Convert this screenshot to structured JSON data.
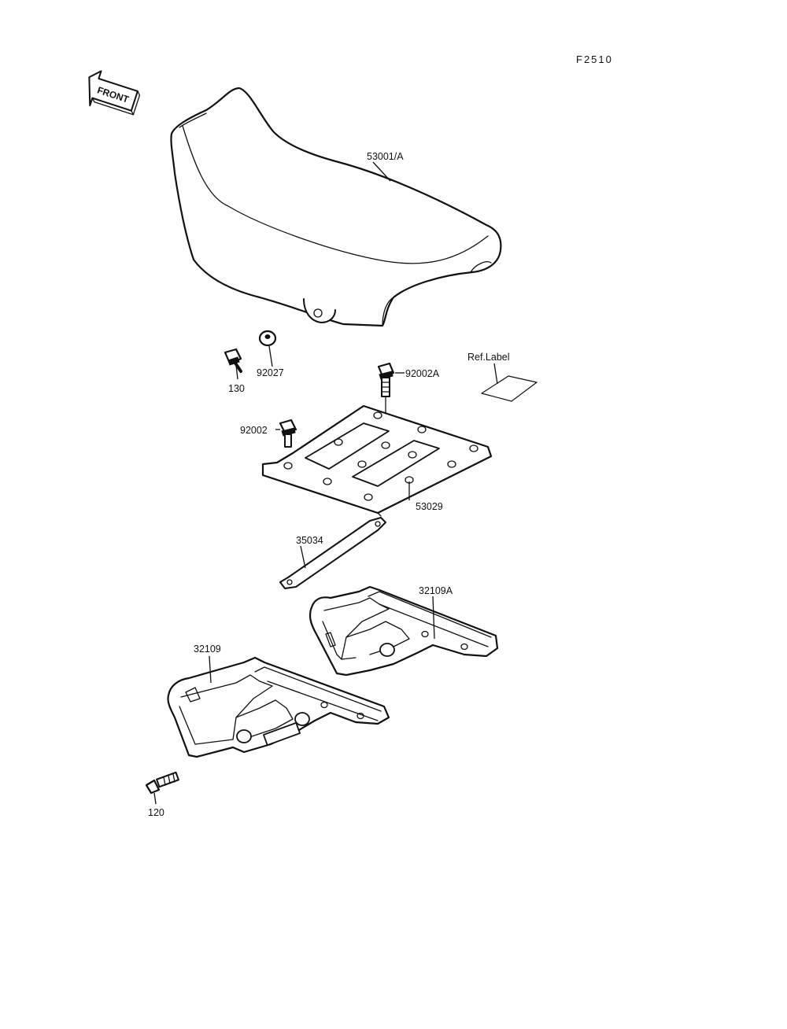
{
  "figure_id": "F2510",
  "front_arrow": {
    "label": "FRONT"
  },
  "callouts": {
    "seat": "53001/A",
    "collar": "92027",
    "bolt_130": "130",
    "bolt_92002A": "92002A",
    "ref_label": "Ref.Label",
    "bolt_92002": "92002",
    "seat_base": "53029",
    "strap": "35034",
    "bracket_right": "32109A",
    "bracket_left": "32109",
    "bolt_120": "120"
  }
}
